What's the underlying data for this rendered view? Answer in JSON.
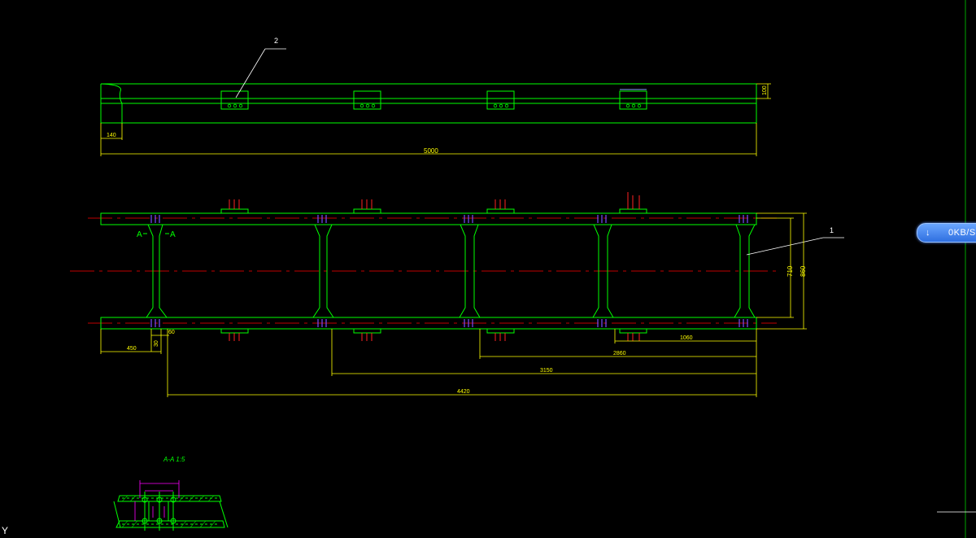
{
  "drawing": {
    "label_part_2": "2",
    "label_part_1": "1",
    "dim_overall": "5000",
    "dim_end": "140",
    "dim_height_top": "100",
    "dim_710": "710",
    "dim_860": "860",
    "dim_450": "450",
    "dim_60": "60",
    "dim_30": "30",
    "dim_1060": "1060",
    "dim_2860": "2860",
    "dim_3150": "3150",
    "dim_4420": "4420",
    "section_mark_left": "A",
    "section_mark_right": "A",
    "section_title": "A-A 1:5",
    "ucs_label": "Y"
  },
  "overlay": {
    "speed_text": "0KB/S",
    "speed_icon": "download-arrow-icon"
  },
  "colors": {
    "background": "#000000",
    "outline": "#00ff00",
    "dimension": "#ffff00",
    "centerline": "#ff0000",
    "bolt": "#ff00ff",
    "bolt_blue": "#3333ff"
  }
}
